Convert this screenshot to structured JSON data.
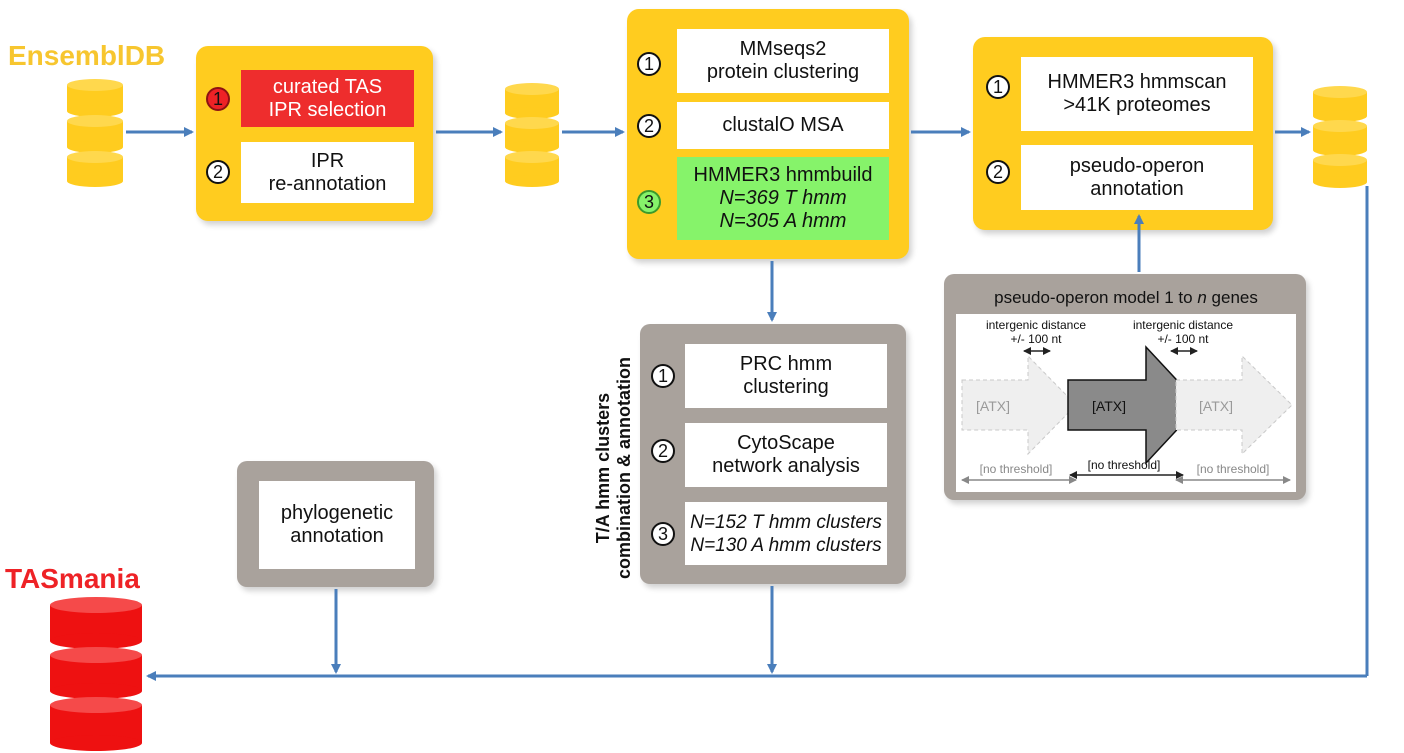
{
  "titles": {
    "source": "EnsemblDB",
    "output": "TASmania"
  },
  "box1": {
    "step1": {
      "num": "1",
      "line1": "curated TAS",
      "line2": "IPR selection"
    },
    "step2": {
      "num": "2",
      "line1": "IPR",
      "line2": "re-annotation"
    }
  },
  "box2": {
    "step1": {
      "num": "1",
      "line1": "MMseqs2",
      "line2": "protein clustering"
    },
    "step2": {
      "num": "2",
      "line1": "clustalO MSA"
    },
    "step3": {
      "num": "3",
      "line1": "HMMER3 hmmbuild",
      "line2": "N=369 T hmm",
      "line3": "N=305 A hmm"
    }
  },
  "box3": {
    "step1": {
      "num": "1",
      "line1": "HMMER3 hmmscan",
      "line2": ">41K proteomes"
    },
    "step2": {
      "num": "2",
      "line1": "pseudo-operon",
      "line2": "annotation"
    }
  },
  "box4": {
    "side_label_line1": "T/A hmm clusters",
    "side_label_line2": "combination & annotation",
    "step1": {
      "num": "1",
      "line1": "PRC hmm",
      "line2": "clustering"
    },
    "step2": {
      "num": "2",
      "line1": "CytoScape",
      "line2": "network analysis"
    },
    "step3": {
      "num": "3",
      "line1": "N=152 T hmm clusters",
      "line2": "N=130 A hmm clusters"
    }
  },
  "box5": {
    "line1": "phylogenetic",
    "line2": "annotation"
  },
  "operon_model": {
    "title_prefix": "pseudo-operon model 1 to ",
    "title_var": "n",
    "title_suffix": " genes",
    "gene_label": "[ATX]",
    "distance_label": "intergenic distance",
    "distance_value": "+/- 100 nt",
    "threshold_label": "[no threshold]"
  },
  "colors": {
    "yellow": "#ffcc1f",
    "gray": "#a9a29c",
    "red": "#ee2226",
    "green": "#86f36a",
    "arrow": "#4a7ebb"
  }
}
